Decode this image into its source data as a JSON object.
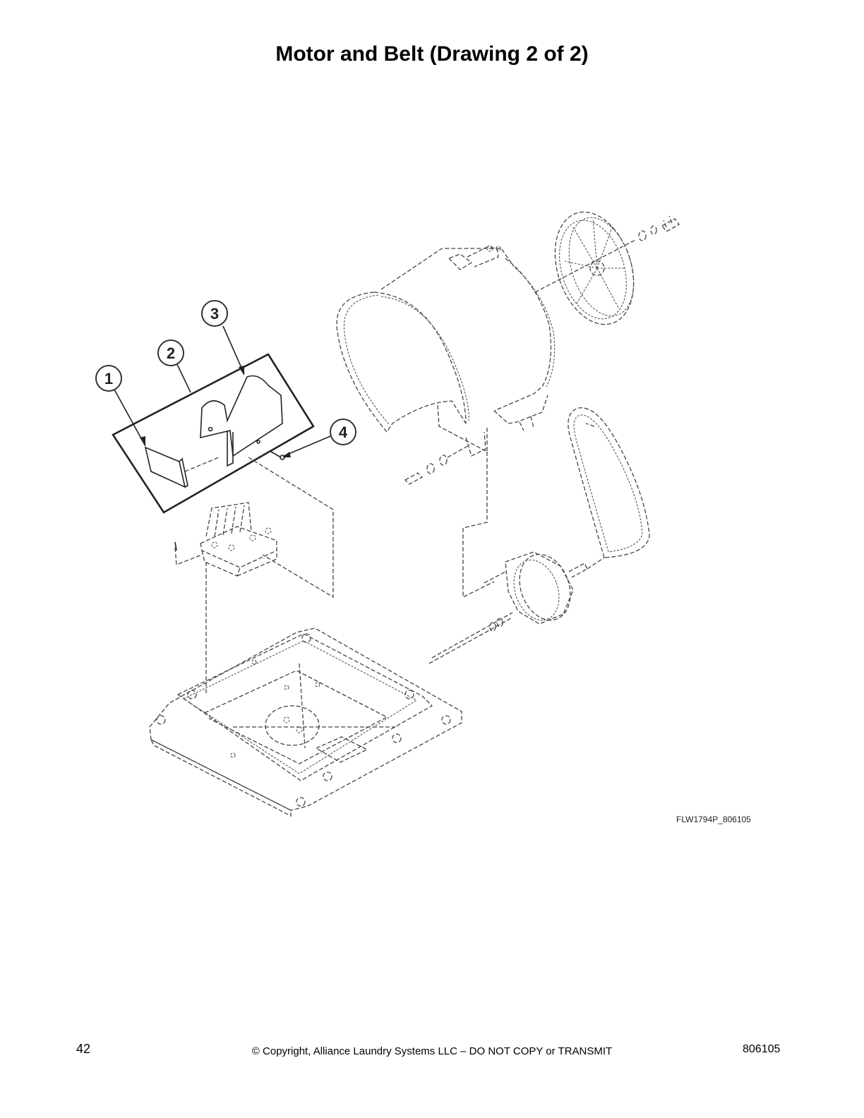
{
  "page": {
    "title": "Motor and Belt (Drawing 2 of 2)",
    "figure_id": "FLW1794P_806105"
  },
  "callouts": [
    {
      "label": "1"
    },
    {
      "label": "2"
    },
    {
      "label": "3"
    },
    {
      "label": "4"
    }
  ],
  "footer": {
    "page_number": "42",
    "copyright": "© Copyright, Alliance Laundry Systems LLC – DO NOT COPY or TRANSMIT",
    "doc_number": "806105"
  }
}
